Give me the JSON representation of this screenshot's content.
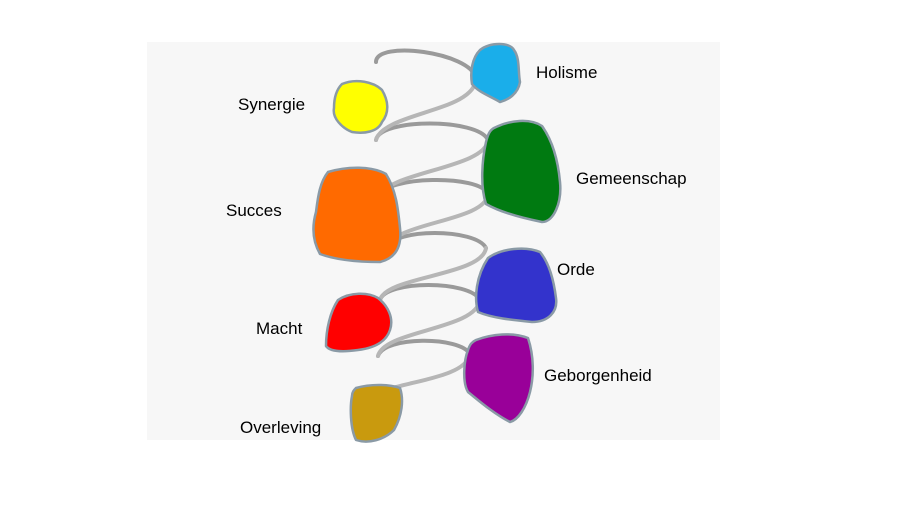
{
  "colors": {
    "panel": "#f7f7f7",
    "spring_back": "#9a9a9a",
    "spring_front": "#b6b6b6",
    "blob_outline": "#8a9aa6"
  },
  "levels": [
    {
      "label": "Holisme",
      "color": "#1aaeea"
    },
    {
      "label": "Synergie",
      "color": "#ffff00"
    },
    {
      "label": "Gemeenschap",
      "color": "#007a11"
    },
    {
      "label": "Succes",
      "color": "#ff6a00"
    },
    {
      "label": "Orde",
      "color": "#3333cc"
    },
    {
      "label": "Macht",
      "color": "#ff0000"
    },
    {
      "label": "Geborgenheid",
      "color": "#990099"
    },
    {
      "label": "Overleving",
      "color": "#c99a0e"
    }
  ]
}
